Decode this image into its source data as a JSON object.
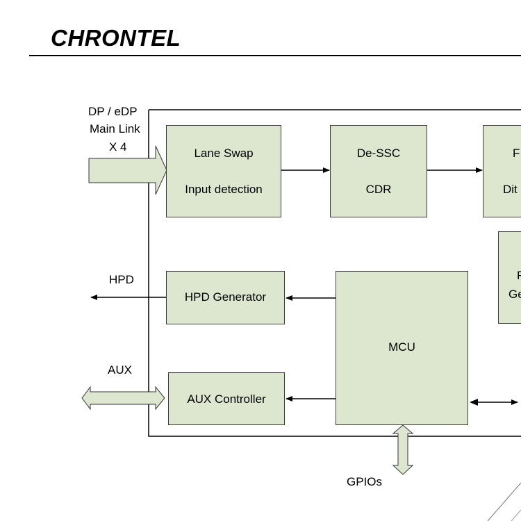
{
  "header": {
    "logo_text": "CHRONTEL"
  },
  "colors": {
    "block_fill": "#dde7cf",
    "bus_fill": "#dde7cf",
    "line": "#000000"
  },
  "signals": {
    "main_link_line1": "DP /  eDP",
    "main_link_line2": "Main Link",
    "main_link_line3": "X 4",
    "hpd": "HPD",
    "aux": "AUX",
    "gpios": "GPIOs"
  },
  "blocks": {
    "lane_swap": {
      "line1": "Lane Swap",
      "line2": "Input detection"
    },
    "de_ssc": {
      "line1": "De-SSC",
      "line2": "CDR"
    },
    "cut_top": {
      "line1": "F",
      "line2": "Dit"
    },
    "cut_mid": {
      "line1": "F",
      "line2": "Ge"
    },
    "hpd_generator": {
      "line1": "HPD Generator"
    },
    "mcu": {
      "line1": "MCU"
    },
    "aux_controller": {
      "line1": "AUX Controller"
    }
  }
}
